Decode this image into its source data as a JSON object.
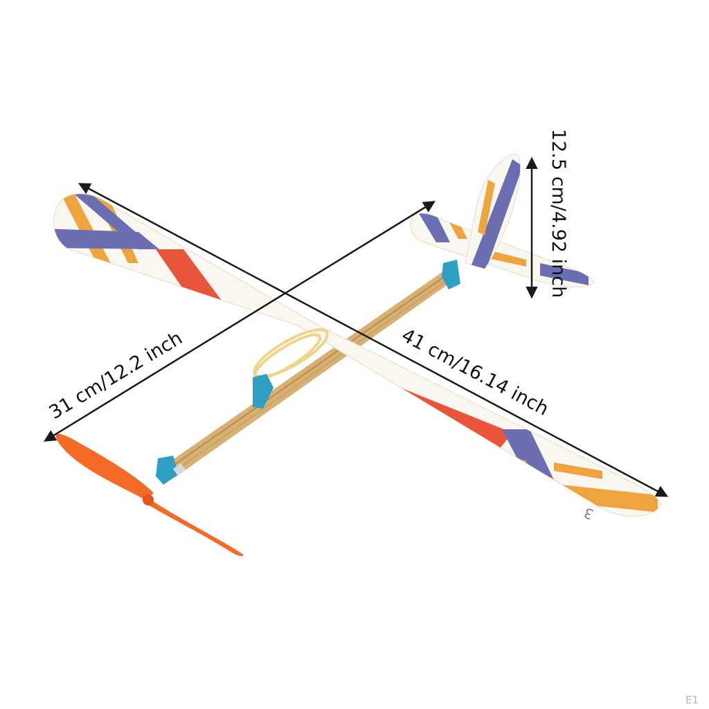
{
  "dimensions": {
    "height_label": "12.5 cm/4.92 inch",
    "length_label": "41 cm/16.14 inch",
    "width_label": "31 cm/12.2 inch"
  },
  "wing_number": "3",
  "corner_mark": "E1",
  "colors": {
    "background": "#ffffff",
    "foam": "#faf6f0",
    "red_stripe": "#e9553a",
    "blue_stripe": "#6b6fb2",
    "orange_stripe": "#f0a43e",
    "propeller": "#f56a24",
    "bamboo": "#d7b073",
    "clip": "#2f9fc4",
    "dimension_line": "#1a1a1a"
  }
}
